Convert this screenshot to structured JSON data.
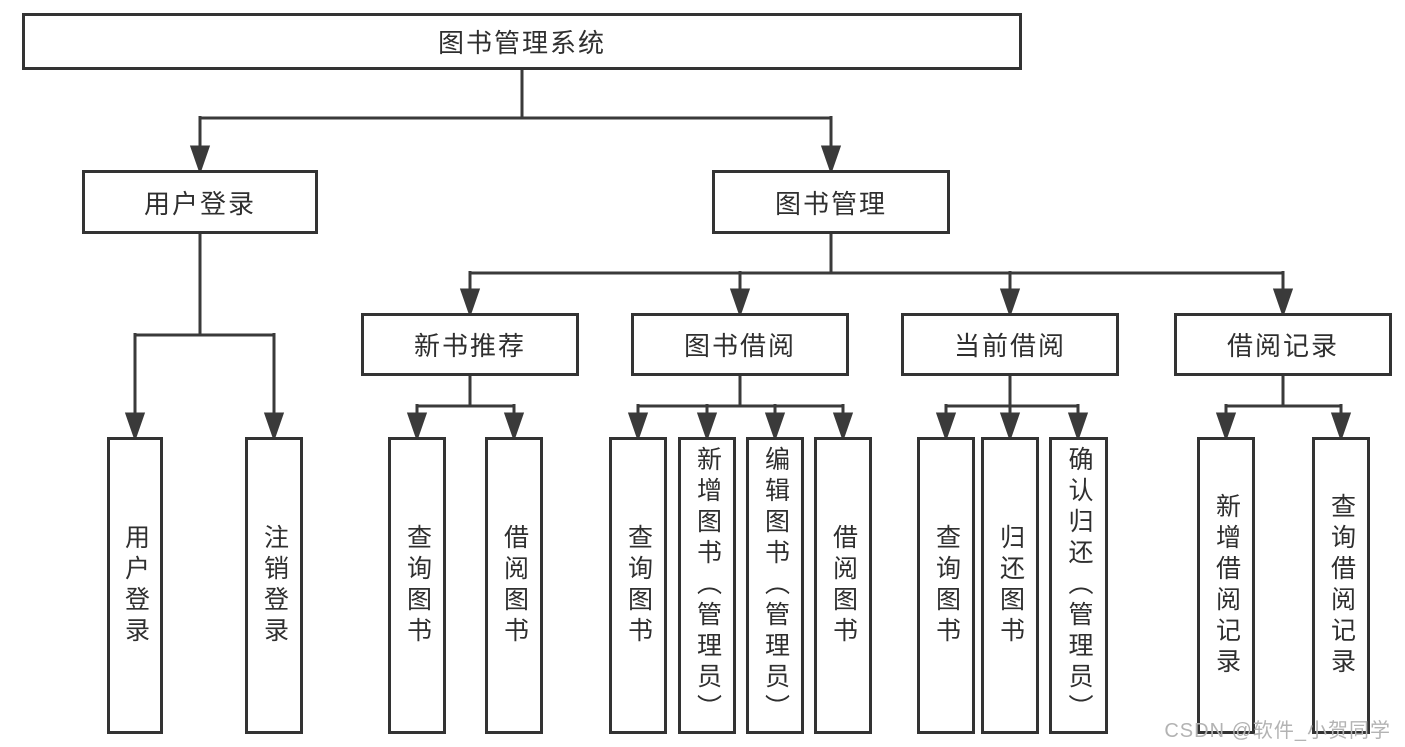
{
  "diagram": {
    "root": {
      "label": "图书管理系统"
    },
    "level2": [
      {
        "label": "用户登录"
      },
      {
        "label": "图书管理"
      }
    ],
    "level3": [
      {
        "label": "新书推荐"
      },
      {
        "label": "图书借阅"
      },
      {
        "label": "当前借阅"
      },
      {
        "label": "借阅记录"
      }
    ],
    "leaves": [
      {
        "label": "用户登录"
      },
      {
        "label": "注销登录"
      },
      {
        "label": "查询图书"
      },
      {
        "label": "借阅图书"
      },
      {
        "label": "查询图书"
      },
      {
        "label": "新增图书（管理员）"
      },
      {
        "label": "编辑图书（管理员）"
      },
      {
        "label": "借阅图书"
      },
      {
        "label": "查询图书"
      },
      {
        "label": "归还图书"
      },
      {
        "label": "确认归还（管理员）"
      },
      {
        "label": "新增借阅记录"
      },
      {
        "label": "查询借阅记录"
      }
    ],
    "hierarchy": {
      "图书管理系统": {
        "用户登录": [
          "用户登录",
          "注销登录"
        ],
        "图书管理": {
          "新书推荐": [
            "查询图书",
            "借阅图书"
          ],
          "图书借阅": [
            "查询图书",
            "新增图书（管理员）",
            "编辑图书（管理员）",
            "借阅图书"
          ],
          "当前借阅": [
            "查询图书",
            "归还图书",
            "确认归还（管理员）"
          ],
          "借阅记录": [
            "新增借阅记录",
            "查询借阅记录"
          ]
        }
      }
    }
  },
  "watermark": {
    "text": "CSDN @软件_小贺同学"
  },
  "colors": {
    "background": "#ffffff",
    "box_border": "#333333",
    "line": "#3a3a3a",
    "text": "#2f2f2f",
    "watermark": "#b3b3b3"
  }
}
